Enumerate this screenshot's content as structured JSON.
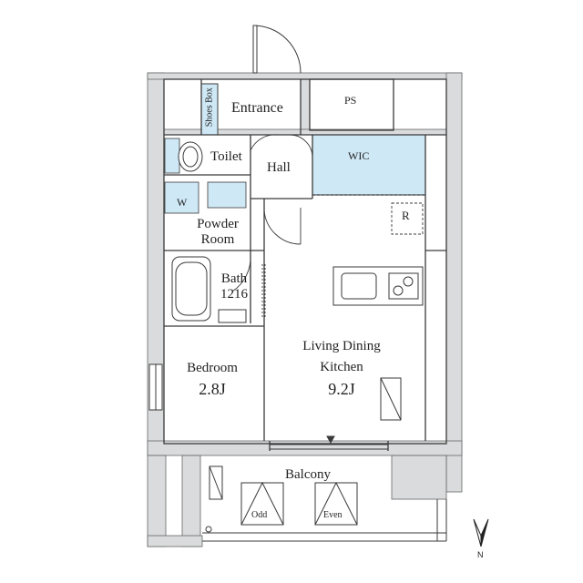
{
  "rooms": {
    "shoes_box": "Shoes Box",
    "entrance": "Entrance",
    "ps": "PS",
    "toilet": "Toilet",
    "hall": "Hall",
    "wic": "WIC",
    "w": "W",
    "powder_room_line1": "Powder",
    "powder_room_line2": "Room",
    "r": "R",
    "bath_line1": "Bath",
    "bath_line2": "1216",
    "bedroom": "Bedroom",
    "bedroom_size": "2.8J",
    "ldk_line1": "Living Dining",
    "ldk_line2": "Kitchen",
    "ldk_size": "9.2J",
    "balcony": "Balcony",
    "odd": "Odd",
    "even": "Even"
  },
  "compass": {
    "north": "N"
  },
  "colors": {
    "wall": "#d9dbdc",
    "storage": "#cfe8f6",
    "line": "#3a3a3a"
  }
}
